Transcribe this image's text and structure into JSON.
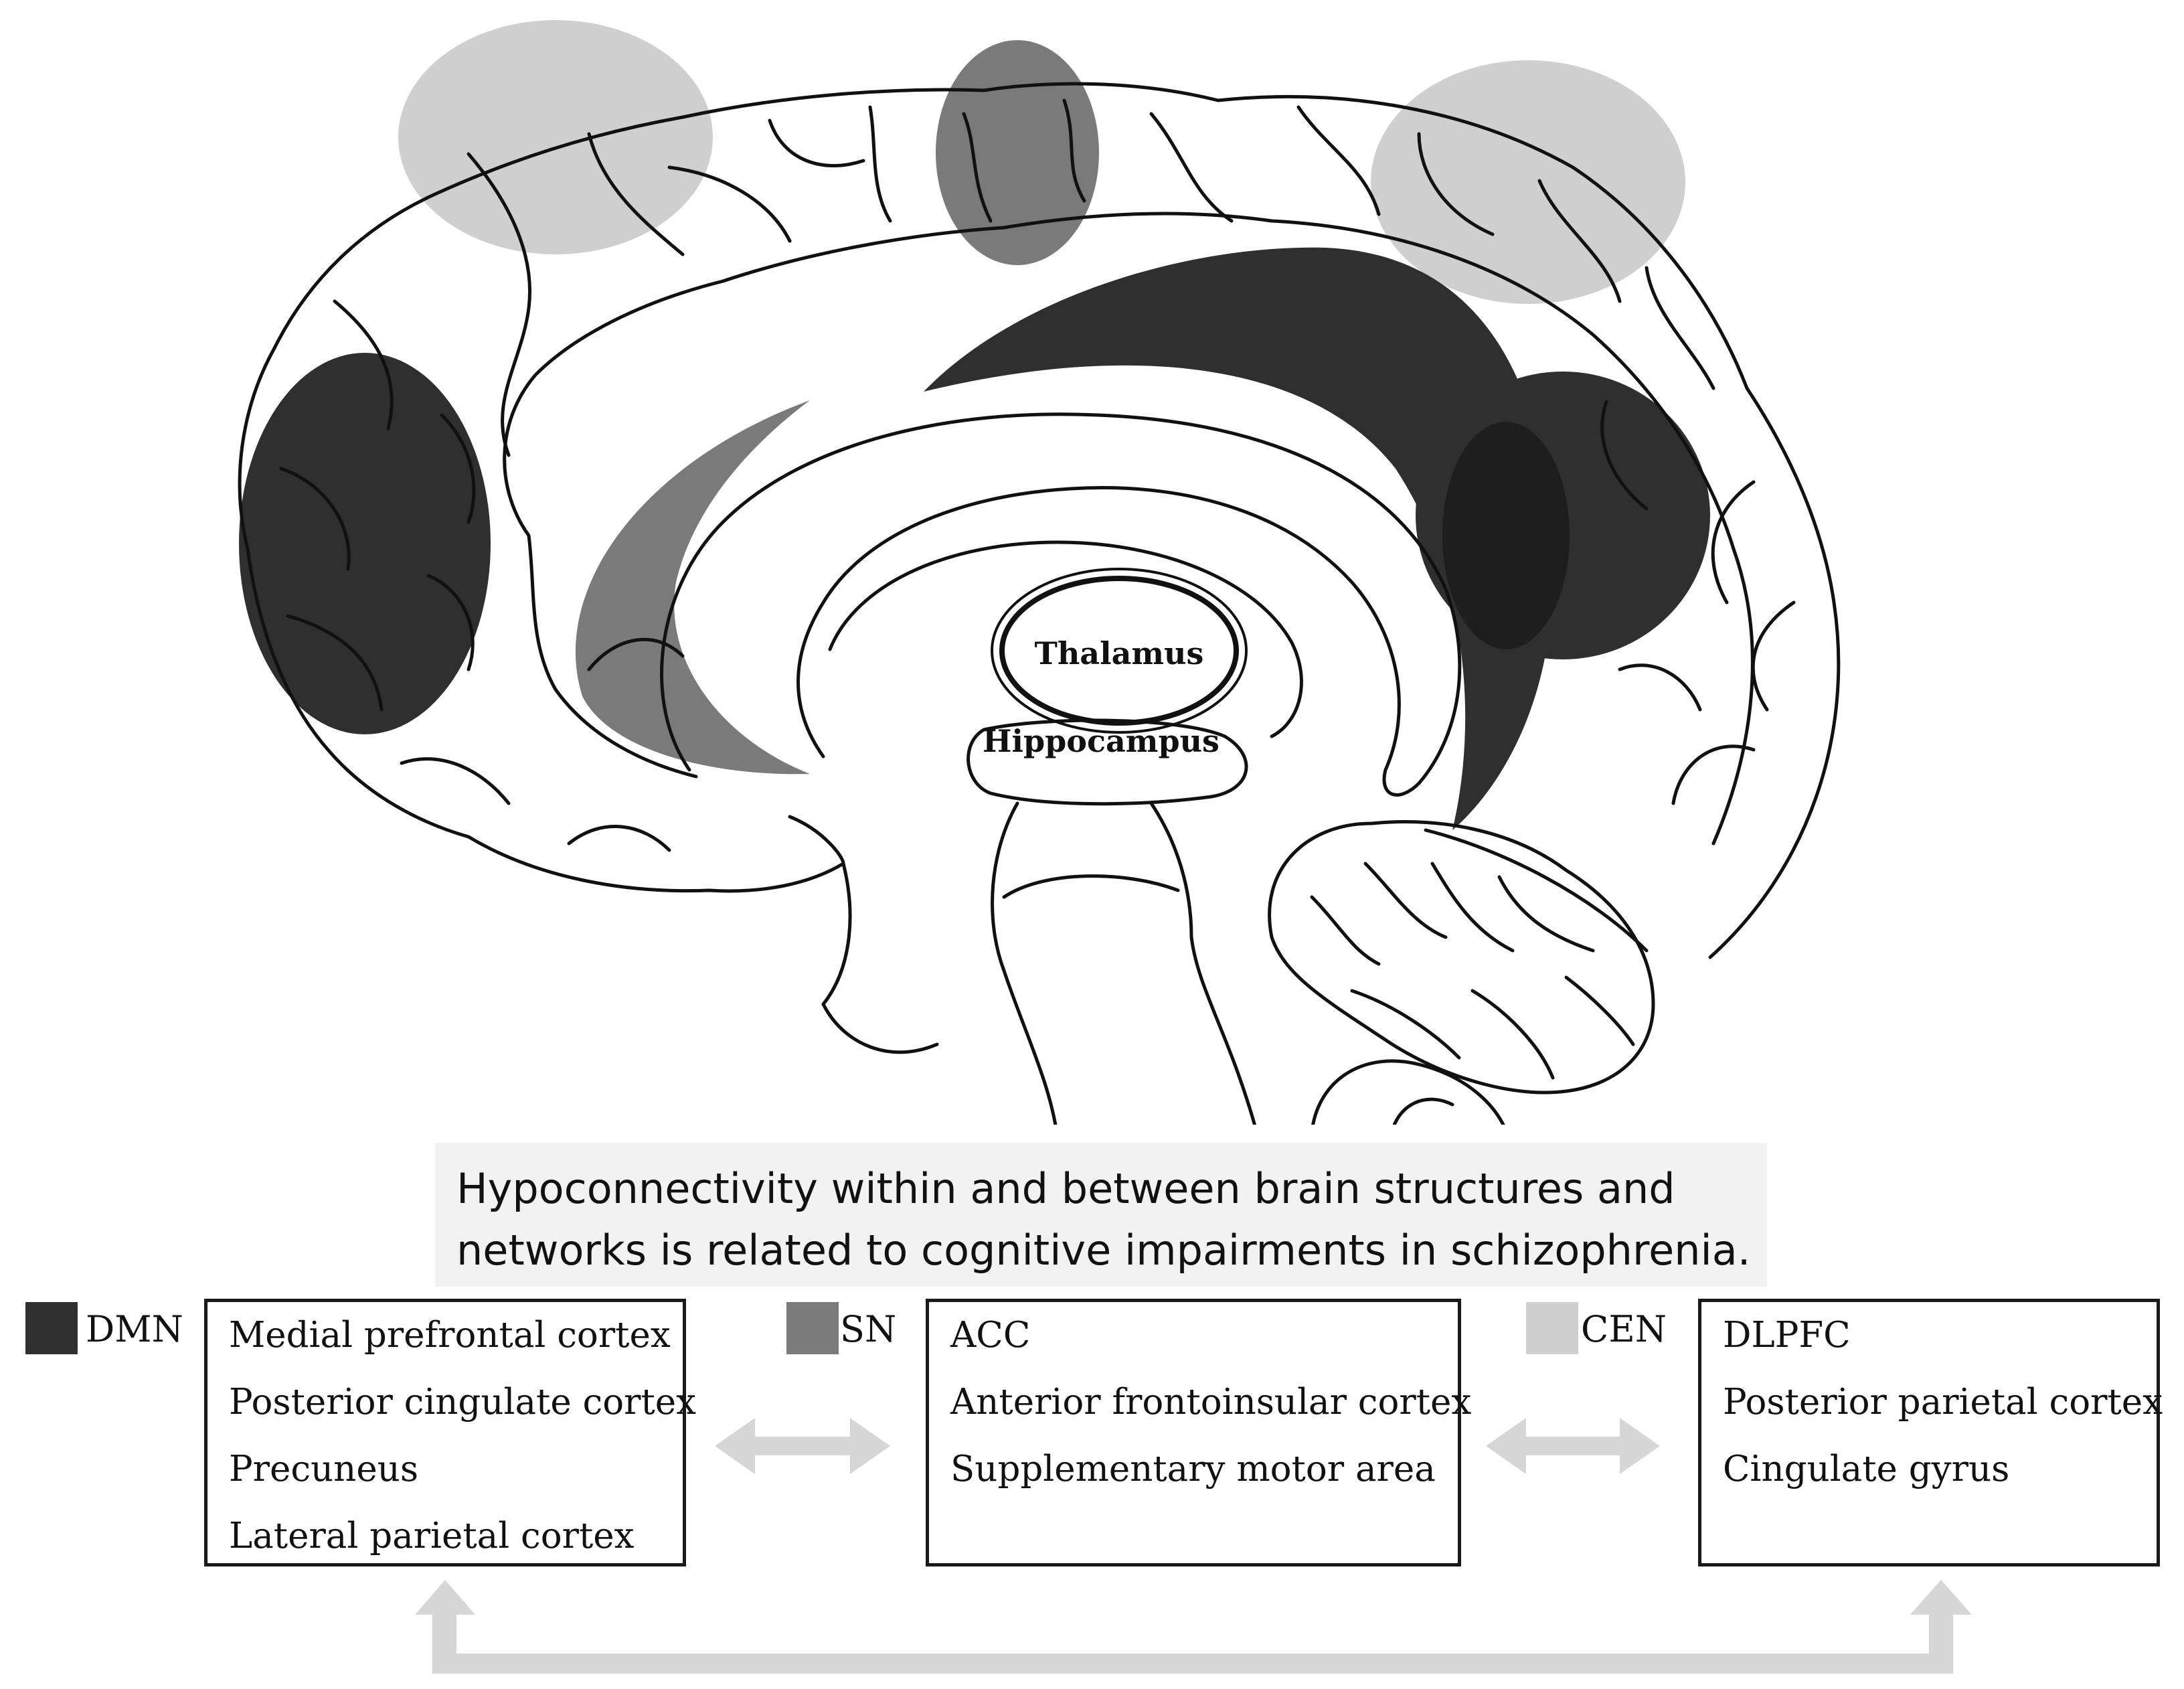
{
  "brain": {
    "thalamus_label": "Thalamus",
    "hippocampus_label": "Hippocampus"
  },
  "caption": {
    "line1": "Hypoconnectivity within and between brain structures and",
    "line2": "networks is related to cognitive impairments in schizophrenia."
  },
  "colors": {
    "dmn": "#2f2f2f",
    "sn": "#7a7a7a",
    "cen": "#cfcfcf",
    "arrow": "#d6d6d6",
    "caption_bg": "#f2f2f2"
  },
  "networks": [
    {
      "label": "DMN",
      "regions": [
        "Medial prefrontal cortex",
        "Posterior cingulate cortex",
        "Precuneus",
        "Lateral parietal cortex"
      ]
    },
    {
      "label": "SN",
      "regions": [
        "ACC",
        "Anterior frontoinsular cortex",
        "Supplementary motor area"
      ]
    },
    {
      "label": "CEN",
      "regions": [
        "DLPFC",
        "Posterior parietal cortex",
        "Cingulate gyrus"
      ]
    }
  ]
}
